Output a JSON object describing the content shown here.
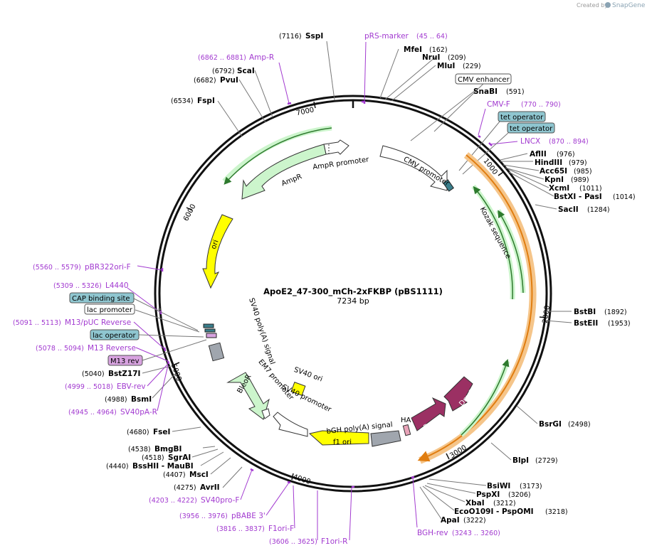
{
  "credit": {
    "prefix": "Created by",
    "brand": "SnapGene"
  },
  "plasmid": {
    "name": "ApoE2_47-300_mCh-2xFKBP (pBS1111)",
    "length": "7234 bp"
  },
  "ruler_ticks": [
    "1000",
    "2000",
    "3000",
    "4000",
    "5000",
    "6000",
    "7000"
  ],
  "sites": [
    {
      "name": "SspI",
      "pos": "(7116)"
    },
    {
      "name": "MfeI",
      "pos": "(162)"
    },
    {
      "name": "NruI",
      "pos": "(209)"
    },
    {
      "name": "MluI",
      "pos": "(229)"
    },
    {
      "name": "SnaBI",
      "pos": "(591)"
    },
    {
      "name": "AflII",
      "pos": "(976)"
    },
    {
      "name": "HindIII",
      "pos": "(979)"
    },
    {
      "name": "Acc65I",
      "pos": "(985)"
    },
    {
      "name": "KpnI",
      "pos": "(989)"
    },
    {
      "name": "XcmI",
      "pos": "(1011)"
    },
    {
      "name": "BstXI - PasI",
      "pos": "(1014)"
    },
    {
      "name": "SacII",
      "pos": "(1284)"
    },
    {
      "name": "BstBI",
      "pos": "(1892)"
    },
    {
      "name": "BstEII",
      "pos": "(1953)"
    },
    {
      "name": "BsrGI",
      "pos": "(2498)"
    },
    {
      "name": "BlpI",
      "pos": "(2729)"
    },
    {
      "name": "BsiWI",
      "pos": "(3173)"
    },
    {
      "name": "PspXI",
      "pos": "(3206)"
    },
    {
      "name": "XbaI",
      "pos": "(3212)"
    },
    {
      "name": "EcoO109I - PspOMI",
      "pos": "(3218)"
    },
    {
      "name": "ApaI",
      "pos": "(3222)"
    },
    {
      "name": "AvrII",
      "pos": "(4275)"
    },
    {
      "name": "MscI",
      "pos": "(4407)"
    },
    {
      "name": "BssHII - MauBI",
      "pos": "(4440)"
    },
    {
      "name": "SgrAI",
      "pos": "(4518)"
    },
    {
      "name": "BmgBI",
      "pos": "(4538)"
    },
    {
      "name": "FseI",
      "pos": "(4680)"
    },
    {
      "name": "BsmI",
      "pos": "(4988)"
    },
    {
      "name": "BstZ17I",
      "pos": "(5040)"
    },
    {
      "name": "FspI",
      "pos": "(6534)"
    },
    {
      "name": "PvuI",
      "pos": "(6682)"
    },
    {
      "name": "ScaI",
      "pos": "(6792)"
    }
  ],
  "primers": [
    {
      "name": "pRS-marker",
      "range": "(45 .. 64)"
    },
    {
      "name": "Amp-R",
      "range": "(6862 .. 6881)"
    },
    {
      "name": "CMV-F",
      "range": "(770 .. 790)"
    },
    {
      "name": "LNCX",
      "range": "(870 .. 894)"
    },
    {
      "name": "pBR322ori-F",
      "range": "(5560 .. 5579)"
    },
    {
      "name": "L4440",
      "range": "(5309 .. 5326)"
    },
    {
      "name": "M13/pUC Reverse",
      "range": "(5091 .. 5113)"
    },
    {
      "name": "M13 Reverse",
      "range": "(5078 .. 5094)"
    },
    {
      "name": "EBV-rev",
      "range": "(4999 .. 5018)"
    },
    {
      "name": "SV40pA-R",
      "range": "(4945 .. 4964)"
    },
    {
      "name": "SV40pro-F",
      "range": "(4203 .. 4222)"
    },
    {
      "name": "pBABE 3'",
      "range": "(3956 .. 3976)"
    },
    {
      "name": "F1ori-F",
      "range": "(3816 .. 3837)"
    },
    {
      "name": "F1ori-R",
      "range": "(3606 .. 3625)"
    },
    {
      "name": "BGH-rev",
      "range": "(3243 .. 3260)"
    }
  ],
  "boxed_labels": [
    {
      "text": "CMV enhancer",
      "fill": "#ffffff"
    },
    {
      "text": "tet operator",
      "fill": "#8fc6d0"
    },
    {
      "text": "tet operator",
      "fill": "#8fc6d0"
    },
    {
      "text": "CAP binding site",
      "fill": "#8fc6d0"
    },
    {
      "text": "lac promoter",
      "fill": "#ffffff"
    },
    {
      "text": "lac operator",
      "fill": "#8fc6d0"
    },
    {
      "text": "M13 rev",
      "fill": "#d8a3e0"
    }
  ],
  "features": {
    "ampr_promoter": "AmpR promoter",
    "ampr": "AmpR",
    "cmv_promoter": "CMV promoter",
    "kozak": "Kozak sequence",
    "ori": "ori",
    "sv40_polya": "SV40 poly(A) signal",
    "em7": "EM7 promoter",
    "bleor": "BleoR",
    "sv40_ori": "SV40 ori",
    "sv40_promoter": "SV40 promoter",
    "bgh": "bGH poly(A) signal",
    "f1ori": "f1 ori",
    "ha": "HA",
    "dmrb1": "DmrB",
    "dmrb2": "DmrB"
  },
  "colors": {
    "primer": "#a23ad0",
    "green_feature": "#ccf5cc",
    "yellow_feature": "#ffff00",
    "orange_highlight": "#f5c58a",
    "dmrb": "#9b3063",
    "teal": "#3a7f8c",
    "gray_feature": "#a0a6ae"
  }
}
